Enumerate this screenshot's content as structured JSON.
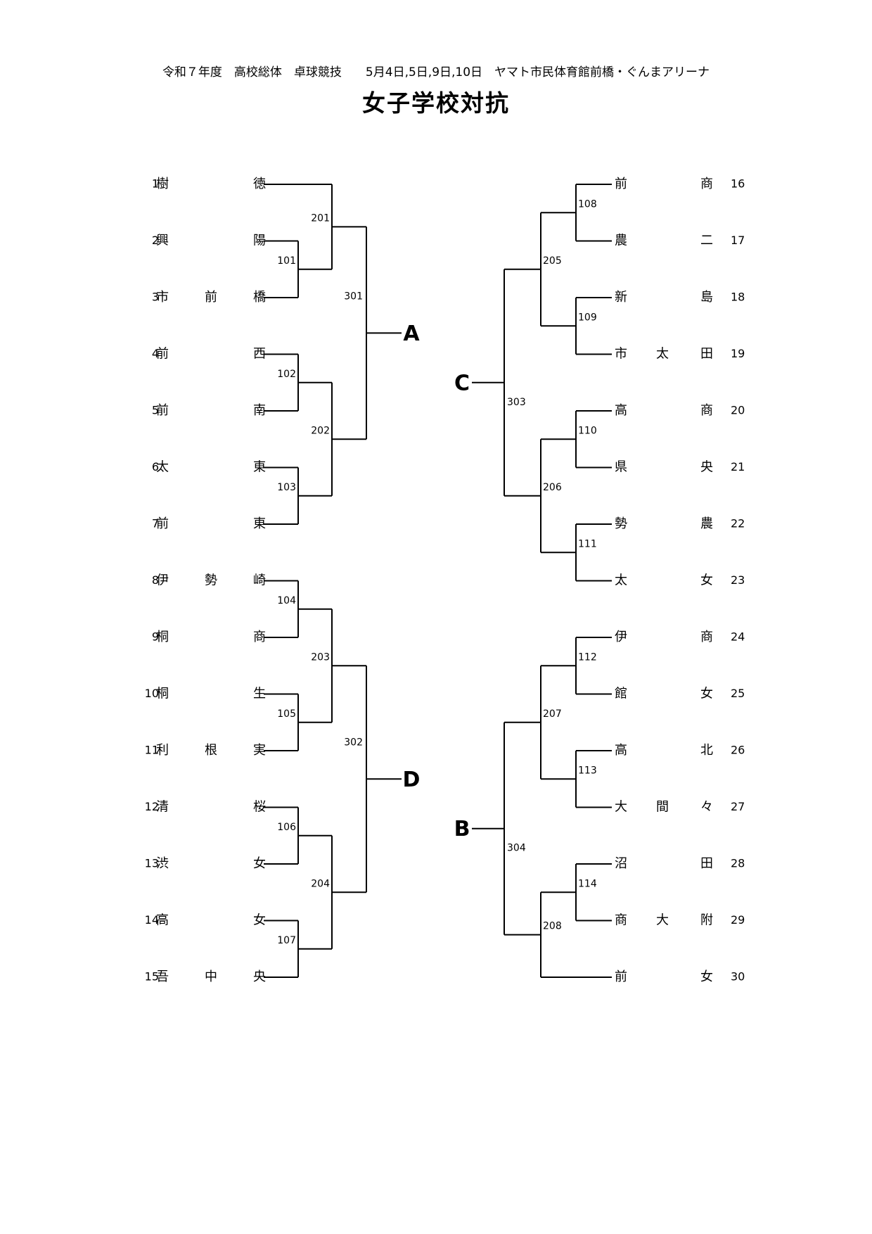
{
  "header": "令和７年度　高校総体　卓球競技　　5月4日,5日,9日,10日　ヤマト市民体育館前橋・ぐんまアリーナ",
  "title": "女子学校対抗",
  "left_teams": [
    {
      "num": "1",
      "chars": [
        "樹",
        "",
        "徳"
      ]
    },
    {
      "num": "2",
      "chars": [
        "興",
        "",
        "陽"
      ]
    },
    {
      "num": "3",
      "chars": [
        "市",
        "前",
        "橋"
      ]
    },
    {
      "num": "4",
      "chars": [
        "前",
        "",
        "西"
      ]
    },
    {
      "num": "5",
      "chars": [
        "前",
        "",
        "南"
      ]
    },
    {
      "num": "6",
      "chars": [
        "太",
        "",
        "東"
      ]
    },
    {
      "num": "7",
      "chars": [
        "前",
        "",
        "東"
      ]
    },
    {
      "num": "8",
      "chars": [
        "伊",
        "勢",
        "崎"
      ]
    },
    {
      "num": "9",
      "chars": [
        "桐",
        "",
        "商"
      ]
    },
    {
      "num": "10",
      "chars": [
        "桐",
        "",
        "生"
      ]
    },
    {
      "num": "11",
      "chars": [
        "利",
        "根",
        "実"
      ]
    },
    {
      "num": "12",
      "chars": [
        "清",
        "",
        "桜"
      ]
    },
    {
      "num": "13",
      "chars": [
        "渋",
        "",
        "女"
      ]
    },
    {
      "num": "14",
      "chars": [
        "高",
        "",
        "女"
      ]
    },
    {
      "num": "15",
      "chars": [
        "吾",
        "中",
        "央"
      ]
    }
  ],
  "right_teams": [
    {
      "num": "16",
      "chars": [
        "前",
        "",
        "商"
      ]
    },
    {
      "num": "17",
      "chars": [
        "農",
        "",
        "二"
      ]
    },
    {
      "num": "18",
      "chars": [
        "新",
        "",
        "島"
      ]
    },
    {
      "num": "19",
      "chars": [
        "市",
        "太",
        "田"
      ]
    },
    {
      "num": "20",
      "chars": [
        "高",
        "",
        "商"
      ]
    },
    {
      "num": "21",
      "chars": [
        "県",
        "",
        "央"
      ]
    },
    {
      "num": "22",
      "chars": [
        "勢",
        "",
        "農"
      ]
    },
    {
      "num": "23",
      "chars": [
        "太",
        "",
        "女"
      ]
    },
    {
      "num": "24",
      "chars": [
        "伊",
        "",
        "商"
      ]
    },
    {
      "num": "25",
      "chars": [
        "館",
        "",
        "女"
      ]
    },
    {
      "num": "26",
      "chars": [
        "高",
        "",
        "北"
      ]
    },
    {
      "num": "27",
      "chars": [
        "大",
        "間",
        "々"
      ]
    },
    {
      "num": "28",
      "chars": [
        "沼",
        "",
        "田"
      ]
    },
    {
      "num": "29",
      "chars": [
        "商",
        "大",
        "附"
      ]
    },
    {
      "num": "30",
      "chars": [
        "前",
        "",
        "女"
      ]
    }
  ],
  "match_numbers": {
    "left_r1": [
      "101",
      "102",
      "103",
      "104",
      "105",
      "106",
      "107"
    ],
    "left_r2": [
      "201",
      "202",
      "203",
      "204"
    ],
    "left_r3": [
      "301",
      "302"
    ],
    "right_r1": [
      "108",
      "109",
      "110",
      "111",
      "112",
      "113",
      "114"
    ],
    "right_r2": [
      "205",
      "206",
      "207",
      "208"
    ],
    "right_r3": [
      "303",
      "304"
    ]
  },
  "pools": {
    "top_left": "A",
    "bottom_left": "D",
    "top_right": "C",
    "bottom_right": "B"
  }
}
